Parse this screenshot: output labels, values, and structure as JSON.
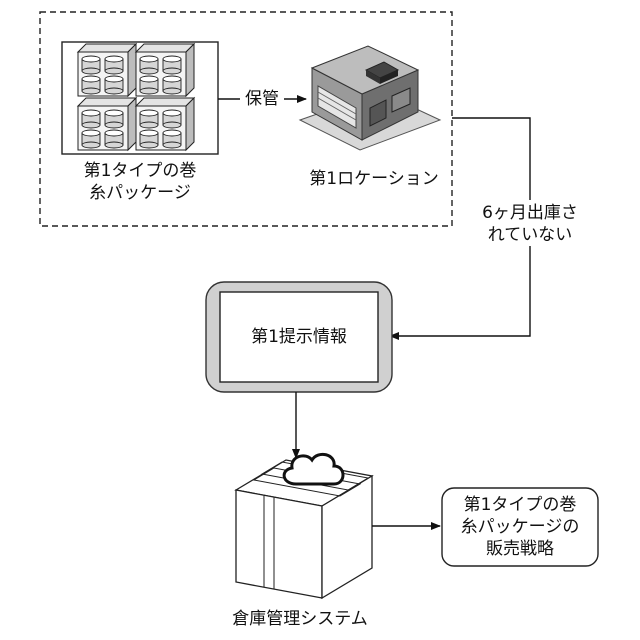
{
  "group": {
    "package_label_line1": "第1タイプの巻",
    "package_label_line2": "糸パッケージ",
    "store_label": "保管",
    "location_label": "第1ロケーション"
  },
  "condition": {
    "line1": "6ヶ月出庫さ",
    "line2": "れていない"
  },
  "info_box": {
    "label": "第1提示情報"
  },
  "warehouse": {
    "label": "倉庫管理システム"
  },
  "strategy": {
    "line1": "第1タイプの巻",
    "line2": "糸パッケージの",
    "line3": "販売戦略"
  }
}
